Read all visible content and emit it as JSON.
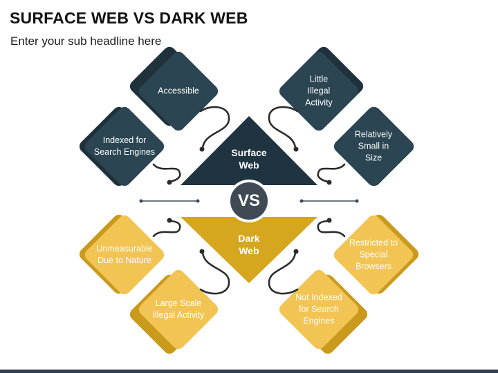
{
  "header": {
    "title": "SURFACE WEB VS DARK WEB",
    "subtitle": "Enter your sub headline here"
  },
  "colors": {
    "dark_fill": "#2b4552",
    "dark_shadow": "#1f323c",
    "gold_fill": "#f2c453",
    "gold_shadow": "#c99a1c",
    "gold_triangle": "#d6a61e",
    "vs_fill": "#3f4a55",
    "connector": "#2b2b2b"
  },
  "surface_web": {
    "label": "Surface Web",
    "items": [
      {
        "text": "Accessible"
      },
      {
        "text": "Indexed for Search Engines"
      },
      {
        "text": "Little Illegal Activity"
      },
      {
        "text": "Relatively Small in Size"
      }
    ]
  },
  "vs_label": "VS",
  "dark_web": {
    "label": "Dark Web",
    "items": [
      {
        "text": "Unmeasurable Due to Nature"
      },
      {
        "text": "Large Scale Illegal Activity"
      },
      {
        "text": "Restricted to Special Browsers"
      },
      {
        "text": "Not Indexed for Search Engines"
      }
    ]
  }
}
